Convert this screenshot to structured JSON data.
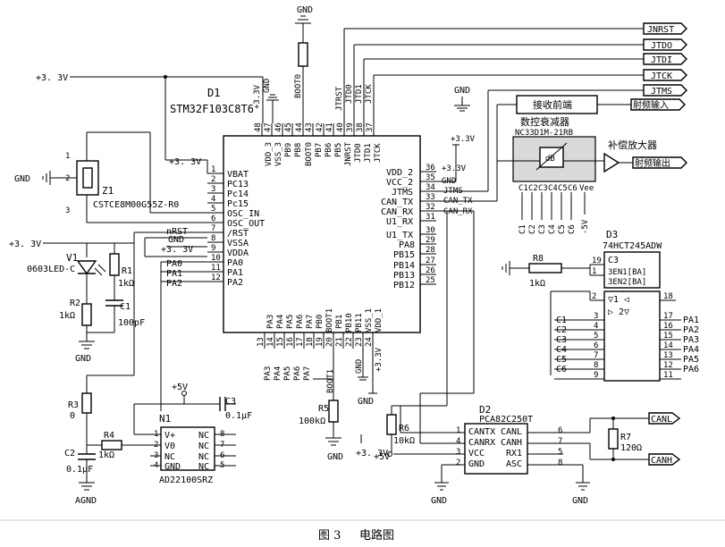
{
  "caption": {
    "figure": "图 3",
    "title": "电路图"
  },
  "nets": {
    "v33": "+3.3V",
    "v33s": "+3. 3V",
    "gnd": "GND",
    "v5": "+5V",
    "v5b": "+5V",
    "m5v": "-5V",
    "agnd": "AGND",
    "nrst": "nRST"
  },
  "mcu": {
    "ref": "D1",
    "part": "STM32F103C8T6",
    "left_pins": [
      {
        "n": "1",
        "name": "VBAT"
      },
      {
        "n": "2",
        "name": "PC13"
      },
      {
        "n": "3",
        "name": "Pc14"
      },
      {
        "n": "4",
        "name": "Pc15"
      },
      {
        "n": "5",
        "name": "OSC_IN"
      },
      {
        "n": "6",
        "name": "OSC_OUT"
      },
      {
        "n": "7",
        "name": "/RST"
      },
      {
        "n": "8",
        "name": "VSSA"
      },
      {
        "n": "9",
        "name": "VDDA"
      },
      {
        "n": "10",
        "name": "PA0"
      },
      {
        "n": "11",
        "name": "PA1"
      },
      {
        "n": "12",
        "name": "PA2"
      }
    ],
    "right_pins": [
      {
        "n": "36",
        "name": "VDD_2"
      },
      {
        "n": "35",
        "name": "VCC_2"
      },
      {
        "n": "34",
        "name": "JTMS"
      },
      {
        "n": "33",
        "name": "CAN_TX"
      },
      {
        "n": "32",
        "name": "CAN_RX"
      },
      {
        "n": "31",
        "name": "U1_RX"
      },
      {
        "n": "30",
        "name": "U1_TX"
      },
      {
        "n": "29",
        "name": "PA8"
      },
      {
        "n": "28",
        "name": "PB15"
      },
      {
        "n": "27",
        "name": "PB14"
      },
      {
        "n": "26",
        "name": "PB13"
      },
      {
        "n": "25",
        "name": "PB12"
      }
    ],
    "top_pins": [
      {
        "n": "48",
        "name": "VDD_3"
      },
      {
        "n": "47",
        "name": "VSS_3"
      },
      {
        "n": "46",
        "name": "PB9"
      },
      {
        "n": "45",
        "name": "PB8"
      },
      {
        "n": "44",
        "name": "BOOT0"
      },
      {
        "n": "43",
        "name": "PB7"
      },
      {
        "n": "42",
        "name": "PB6"
      },
      {
        "n": "41",
        "name": "PB5"
      },
      {
        "n": "40",
        "name": "JNRST"
      },
      {
        "n": "39",
        "name": "JTD0"
      },
      {
        "n": "38",
        "name": "JTD1"
      },
      {
        "n": "37",
        "name": "JTCK"
      }
    ],
    "bottom_pins": [
      {
        "n": "13",
        "name": "PA3"
      },
      {
        "n": "14",
        "name": "PA4"
      },
      {
        "n": "15",
        "name": "PA5"
      },
      {
        "n": "16",
        "name": "PA6"
      },
      {
        "n": "17",
        "name": "PA7"
      },
      {
        "n": "18",
        "name": "PB0"
      },
      {
        "n": "19",
        "name": "BOOT1"
      },
      {
        "n": "20",
        "name": "PB1"
      },
      {
        "n": "21",
        "name": "PB10"
      },
      {
        "n": "22",
        "name": "PB11"
      },
      {
        "n": "23",
        "name": "VSS_1"
      },
      {
        "n": "24",
        "name": "VDD_1"
      }
    ],
    "top_net_labels": [
      "+3.3V",
      "GND",
      "BOOT0",
      "JTRST",
      "JTD0",
      "JTD1",
      "JTCK"
    ],
    "right_net_labels": {
      "gnd": "GND",
      "v33": "+3.3V",
      "jtms": "JTMS",
      "cantx": "CAN_TX",
      "canrx": "CAN_RX"
    },
    "bottom_net_labels": [
      "PA3",
      "PA4",
      "PA5",
      "PA6",
      "PA7",
      "BOOT1",
      "GND",
      "+3.3V"
    ]
  },
  "jtag_ports": [
    "JNRST",
    "JTDO",
    "JTDI",
    "JTCK",
    "JTMS"
  ],
  "crystal": {
    "ref": "Z1",
    "part": "CSTCE8M00G55Z-R0",
    "pins": [
      "1",
      "2",
      "3"
    ]
  },
  "led": {
    "ref": "V1",
    "part": "0603LED-C",
    "r1": "R1",
    "r1v": "1kΩ",
    "r2": "R2",
    "r2v": "1kΩ",
    "c1": "C1",
    "c1v": "100pF"
  },
  "reset": {
    "r3": "R3",
    "r3v": "0"
  },
  "amp": {
    "ref": "N1",
    "part": "AD22100SRZ",
    "pins_left": [
      {
        "n": "1",
        "name": "V+"
      },
      {
        "n": "2",
        "name": "V0"
      },
      {
        "n": "3",
        "name": "NC"
      },
      {
        "n": "4",
        "name": "GND"
      }
    ],
    "pins_right": [
      {
        "n": "8",
        "name": "NC"
      },
      {
        "n": "7",
        "name": "NC"
      },
      {
        "n": "6",
        "name": "NC"
      },
      {
        "n": "5",
        "name": "NC"
      }
    ],
    "c3": "C3",
    "c3v": "0.1μF",
    "r4": "R4",
    "r4v": "1kΩ",
    "c2": "C2",
    "c2v": "0.1μF"
  },
  "r5": {
    "ref": "R5",
    "val": "100kΩ"
  },
  "rf": {
    "receiver": "接收前端",
    "rf_in": "射频输入",
    "attenuator": "数控衰减器",
    "att_part": "NC33D1M-21RB",
    "att_mark": "dB",
    "comp_amp": "补偿放大器",
    "rf_out": "射频输出",
    "ctrl": [
      "C1",
      "C2",
      "C3",
      "C4",
      "C5",
      "C6",
      "Vee"
    ],
    "ctrl_nets": [
      "C1",
      "C2",
      "C3",
      "C4",
      "C5",
      "C6",
      "-5V"
    ]
  },
  "buffer": {
    "ref": "D3",
    "part": "74HCT245ADW",
    "r8": "R8",
    "r8v": "1kΩ",
    "en_pins": [
      "19",
      "1"
    ],
    "gate": "C3",
    "en_lines": [
      "3EN1[BA]",
      "3EN2[BA]"
    ],
    "v_mark": "▽1 ◁",
    "v_mark2": "▷ 2▽",
    "top_pins": [
      "2",
      "18"
    ],
    "left_pins": [
      "3",
      "4",
      "5",
      "6",
      "7",
      "8",
      "9"
    ],
    "right_pins": [
      "17",
      "16",
      "15",
      "14",
      "13",
      "12",
      "11"
    ],
    "left_nets": [
      "C1",
      "C2",
      "C3",
      "C4",
      "C5",
      "C6"
    ],
    "right_nets": [
      "PA1",
      "PA2",
      "PA3",
      "PA4",
      "PA5",
      "PA6"
    ]
  },
  "can": {
    "ref": "D2",
    "part": "PCA82C250T",
    "r6": "R6",
    "r6v": "10kΩ",
    "r7": "R7",
    "r7v": "120Ω",
    "left_pins": [
      {
        "n": "1",
        "name": "CANTX"
      },
      {
        "n": "4",
        "name": "CANRX"
      },
      {
        "n": "3",
        "name": "VCC"
      },
      {
        "n": "2",
        "name": "GND"
      }
    ],
    "right_pins": [
      {
        "n": "6",
        "name": "CANL"
      },
      {
        "n": "7",
        "name": "CANH"
      },
      {
        "n": "5",
        "name": "RX1"
      },
      {
        "n": "8",
        "name": "ASC"
      }
    ],
    "ports": [
      "CANL",
      "CANH"
    ]
  }
}
